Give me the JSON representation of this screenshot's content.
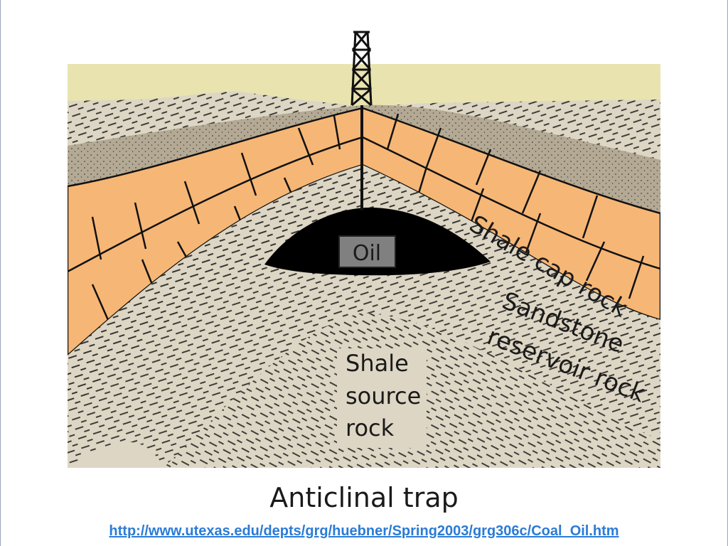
{
  "diagram": {
    "caption": "Anticlinal trap",
    "labels": {
      "oil": "Oil",
      "shale_cap_rock": "Shale cap rock",
      "sandstone_line1": "Sandstone",
      "sandstone_line2": "reservoir rock",
      "shale_source_line1": "Shale",
      "shale_source_line2": "source",
      "shale_source_line3": "rock"
    },
    "colors": {
      "limestone": "#f6b675",
      "sandstone": "#e9e3b0",
      "shale": "#ddd6c4",
      "siltstone": "#b4a994",
      "oil": "#000000",
      "oil_label_box": "#808080"
    }
  },
  "footer": {
    "source_url": "http://www.utexas.edu/depts/grg/huebner/Spring2003/grg306c/Coal_Oil.htm"
  }
}
